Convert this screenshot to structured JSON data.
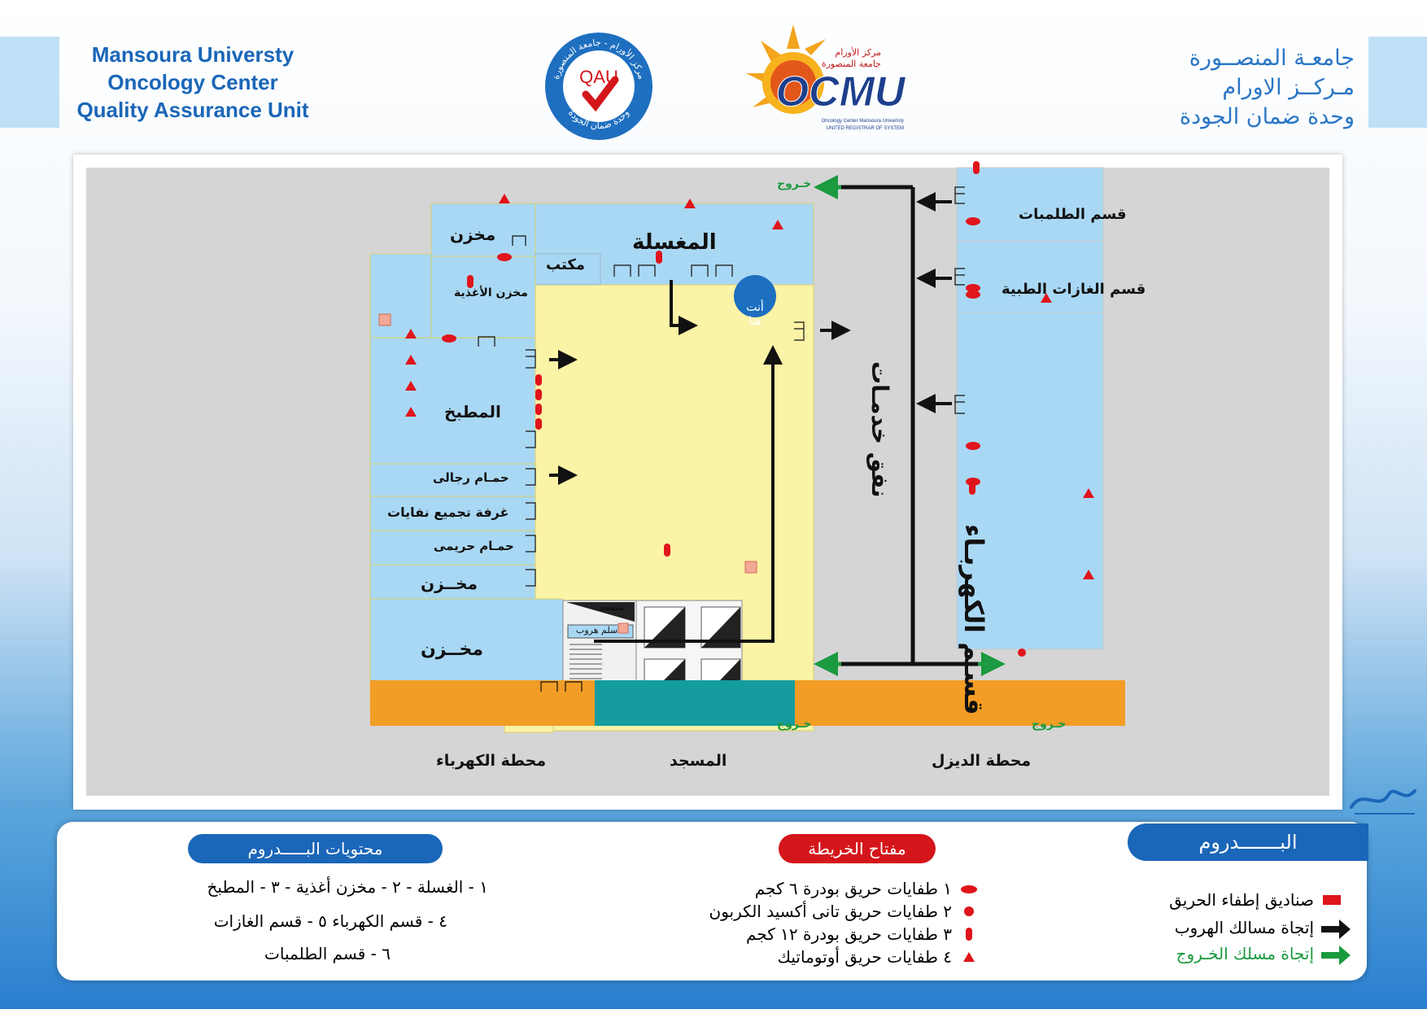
{
  "header": {
    "en_line1": "Mansoura Universty",
    "en_line2": "Oncology Center",
    "en_line3": "Quality Assurance Unit",
    "ar_line1": "جامعـة   المنصــورة",
    "ar_line2": "مـركــز   الاورام",
    "ar_line3": "وحدة ضمان الجودة",
    "qau_logo_text": "QAU",
    "qau_ring_top": "مركز الأورام - جامعة المنصورة",
    "qau_ring_bottom": "وحدة ضمان الجودة",
    "ocmu_logo_text": "OCMU",
    "ocmu_ar_1": "مركز الأورام",
    "ocmu_ar_2": "جامعة المنصورة",
    "ocmu_en_1": "Oncology Center Mansoura Univeristy",
    "ocmu_en_2": "UNITED REGISTRAR OF SYSTEM"
  },
  "map": {
    "exit_label": "خـروج",
    "you_are_here": "أنت\nهنا",
    "rooms": {
      "laundry": "المغسلة",
      "store_top": "مخزن",
      "office": "مكتب",
      "food_store": "مخزن الأغذية",
      "kitchen": "المطبخ",
      "mens_bath": "حمـام رجالى",
      "waste_room": "غرفة تجميع نفايات",
      "womens_bath": "حمـام حريمى",
      "store_mid": "مخــزن",
      "store_big": "مخــزن",
      "elevator": "مصعد",
      "escape_stair": "سلم هروب",
      "pumps": "قسم الطلمبات",
      "medical_gases": "قسم الغازات الطبية",
      "electricity": "قسـم الكهربـاء",
      "tunnel": "نفق خدمـات",
      "power_station": "محطة الكهرباء",
      "mosque": "المسجد",
      "diesel_station": "محطة الديزل"
    }
  },
  "legend": {
    "contents_title": "محتويات  البـــــدروم",
    "contents_line1": "١ - الغسلة  - ٢ - مخزن أغذية  -  ٣ - المطبخ",
    "contents_line2": "٤ - قسم الكهرباء  ٥ - قسم الغازات",
    "contents_line3": "٦ - قسم الطلمبات",
    "key_title": "مفتاح الخريطة",
    "key_1": "١ طفايات حريق بودرة ٦ كجم",
    "key_2": "٢ طفايات حريق تانى أكسيد الكربون",
    "key_3": "٣ طفايات حريق بودرة ١٢ كجم",
    "key_4": "٤ طفايات حريق أوتوماتيك",
    "floor_title": "البـــــــدروم",
    "sym_boxes": "صناديق إطفاء الحريق",
    "sym_escape": "إتجاة مسالك الهروب",
    "sym_exit": "إتجاة مسلك الخـروج"
  },
  "colors": {
    "room_blue": "#a9d8f4",
    "corridor_yellow": "#fbf3a6",
    "gray_bg": "#d5d5d5",
    "orange": "#f29d25",
    "teal": "#149c9e",
    "red": "#e0141b",
    "green": "#1b9a3f",
    "header_blue": "#1a66b8"
  }
}
